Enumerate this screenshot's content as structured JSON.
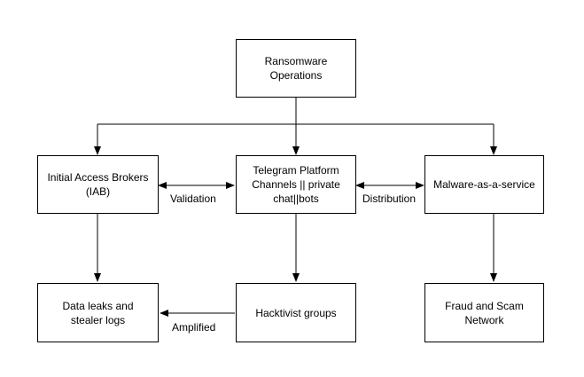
{
  "nodes": {
    "ransomware": "Ransomware\nOperations",
    "iab": "Initial Access Brokers\n(IAB)",
    "telegram": "Telegram Platform\nChannels || private\nchat||bots",
    "maas": "Malware-as-a-service",
    "data_leaks": "Data leaks and\nstealer logs",
    "hacktivist": "Hacktivist groups",
    "fraud": "Fraud and Scam\nNetwork"
  },
  "edge_labels": {
    "validation": "Validation",
    "distribution": "Distribution",
    "amplified": "Amplified"
  }
}
